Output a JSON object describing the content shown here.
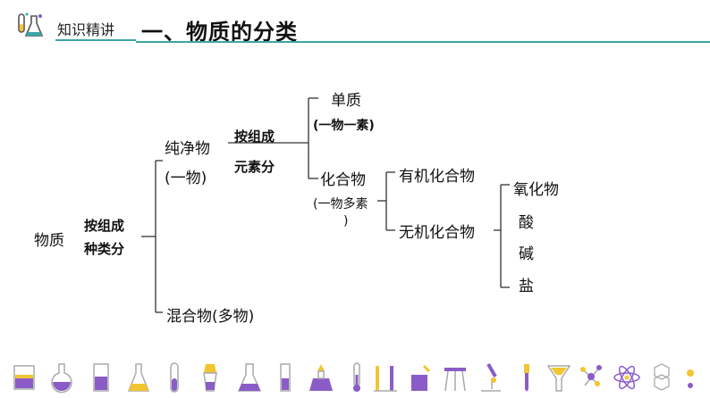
{
  "header": {
    "tag": "知识精讲",
    "title": "一、物质的分类",
    "logo_icon": "lab-flask-icon",
    "accent_color": "#3aa6a6",
    "icon_purple": "#8b5cc7",
    "icon_yellow": "#f2c532"
  },
  "tree": {
    "root": "物质",
    "by_composition_species": [
      "按组成",
      "种类分"
    ],
    "pure": "纯净物",
    "pure_note": "(一物)",
    "by_composition_element": [
      "按组成",
      "元素分"
    ],
    "elementary": "单质",
    "elementary_note": "(一物一素)",
    "compound": "化合物",
    "compound_note_line1": "(一物多素",
    "compound_note_line2": ")",
    "organic": "有机化合物",
    "inorganic": "无机化合物",
    "oxide": "氧化物",
    "acid": "酸",
    "base": "碱",
    "salt": "盐",
    "mixture": "混合物(多物)"
  },
  "footer_icons": [
    "beaker-icon",
    "round-flask-icon",
    "tall-beaker-icon",
    "conical-flask-icon",
    "test-tube-icon",
    "dropper-icon",
    "flask-icon",
    "graduated-beaker-icon",
    "thermometer-icon",
    "alcohol-lamp-icon",
    "test-tube-rack-icon",
    "bunsen-stand-icon",
    "tripod-icon",
    "microscope-icon",
    "pipette-icon",
    "funnel-icon",
    "molecule-icon",
    "atom-icon",
    "hexagon-structure-icon",
    "sparkle-icon"
  ]
}
